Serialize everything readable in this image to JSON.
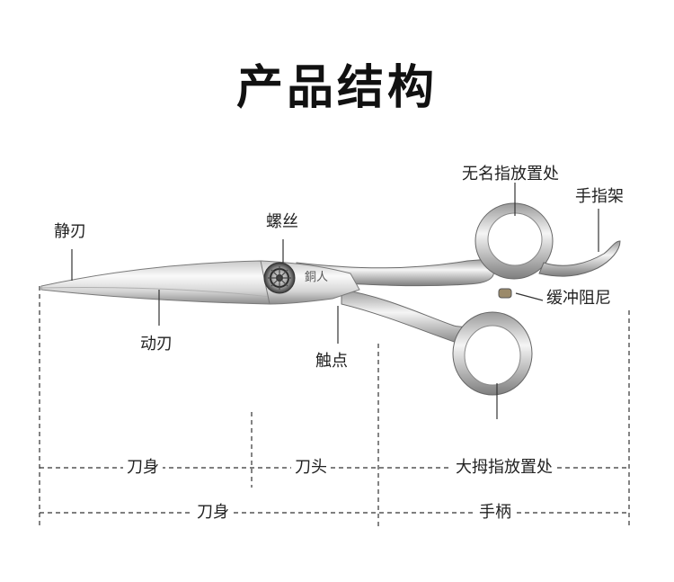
{
  "title": "产品结构",
  "labels": {
    "static_blade": "静刃",
    "screw": "螺丝",
    "moving_blade": "动刃",
    "contact_point": "触点",
    "finger_hole": "无名指放置处",
    "finger_rest": "手指架",
    "damper": "缓冲阻尼",
    "logo_text": "銅人"
  },
  "dimensions": {
    "blade_body_short": "刀身",
    "blade_head": "刀头",
    "thumb_hole": "大拇指放置处",
    "blade_body_long": "刀身",
    "handle": "手柄"
  },
  "colors": {
    "dashed_line": "#333333",
    "steel_light": "#f4f4f4",
    "steel_dark": "#8a8a8a"
  }
}
